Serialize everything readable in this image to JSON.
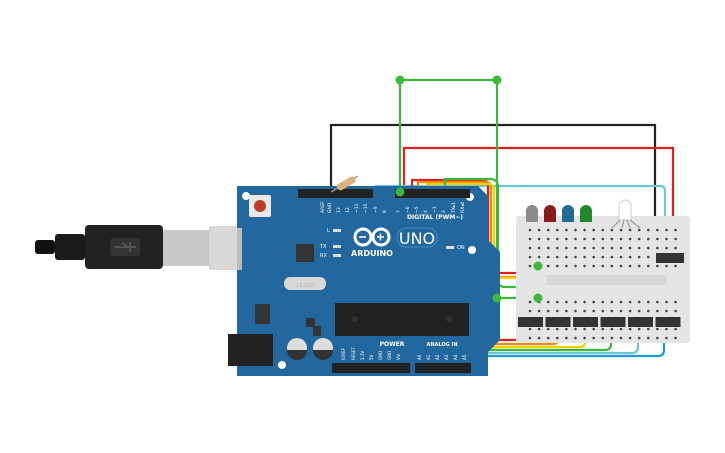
{
  "board": {
    "brand": "ARDUINO",
    "model": "UNO",
    "digital_label": "DIGITAL (PWM~)",
    "power_label": "POWER",
    "analog_label": "ANALOG IN",
    "led_l": "L",
    "led_tx": "TX",
    "led_rx": "RX",
    "led_on": "ON",
    "crystal": "16.000",
    "top_pins": [
      "AREF",
      "GND",
      "13",
      "12",
      "~11",
      "~10",
      "~9",
      "8",
      "7",
      "~6",
      "~5",
      "4",
      "~3",
      "2",
      "TX▸1",
      "RX◂0"
    ],
    "power_pins": [
      "IOREF",
      "RESET",
      "3.3V",
      "5V",
      "GND",
      "GND",
      "Vin"
    ],
    "analog_pins": [
      "A0",
      "A1",
      "A2",
      "A3",
      "A4",
      "A5"
    ]
  },
  "leds": [
    {
      "color": "#8a8a8a"
    },
    {
      "color": "#8b1a1a"
    },
    {
      "color": "#1f6a96"
    },
    {
      "color": "#1f8a2a"
    }
  ],
  "wire_colors": {
    "red": "#e02020",
    "black": "#222222",
    "green": "#3cb83c",
    "orange": "#f08a00",
    "yellow": "#f0d000",
    "lightblue": "#6cc6d6",
    "blue": "#1a9ad6"
  },
  "colors": {
    "board": "#22689e",
    "breadboard": "#e4e4e4"
  }
}
